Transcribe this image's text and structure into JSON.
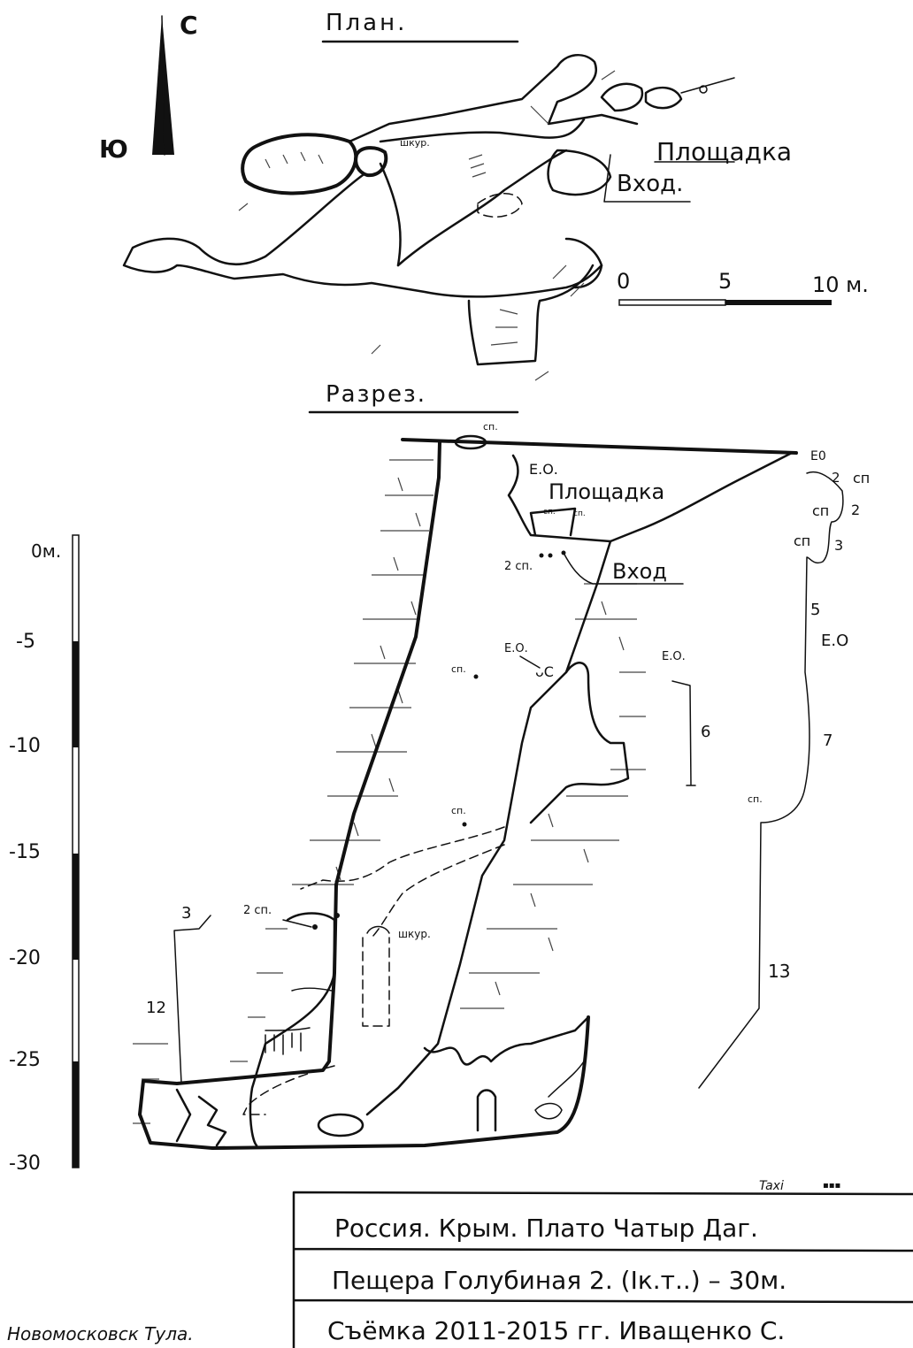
{
  "plan": {
    "title": "План.",
    "north_label": "С",
    "south_label": "Ю",
    "squeeze_label": "шкур.",
    "platform_label": "Площадка",
    "entrance_label": "Вход.",
    "scale": {
      "zero": "0",
      "mid": "5",
      "end": "10 м."
    }
  },
  "section": {
    "title": "Разрез.",
    "platform_label": "Площадка",
    "entrance_label": "Вход",
    "squeeze_label": "шкур.",
    "labels": {
      "sp_top": "сп.",
      "eo_platform": "Е.О.",
      "sp_box1": "сп.",
      "sp_box2": "сп.",
      "two_sp_entrance": "2 сп.",
      "eo_shaft": "Е.О.",
      "sp_shaft_upper": "сп.",
      "eo_right": "Е.О.",
      "sp_shaft_lower": "сп.",
      "two_sp_lower": "2 сп.",
      "sp_rope13": "сп."
    },
    "rope_numbers": {
      "left_3": "3",
      "left_12": "12",
      "six": "6",
      "seven": "7",
      "thirteen": "13"
    },
    "rope_right": {
      "eo_top": "Е0",
      "n2a": "2",
      "sp_a": "сп",
      "sp_b": "сп",
      "n2b": "2",
      "sp_c": "сп",
      "n3": "3",
      "n5": "5",
      "eo_lower": "Е.О"
    }
  },
  "depth_scale": {
    "ticks": [
      "0м.",
      "-5",
      "-10",
      "-15",
      "-20",
      "-25",
      "-30"
    ]
  },
  "signature": "Taxi",
  "title_block": {
    "line1": "Россия. Крым. Плато Чатыр Даг.",
    "line2": "Пещера Голубиная 2. (Iк.т..) – 30м.",
    "line3": "Съёмка 2011-2015 гг. Иващенко С."
  },
  "footer_city": "Новомосковск Тула."
}
